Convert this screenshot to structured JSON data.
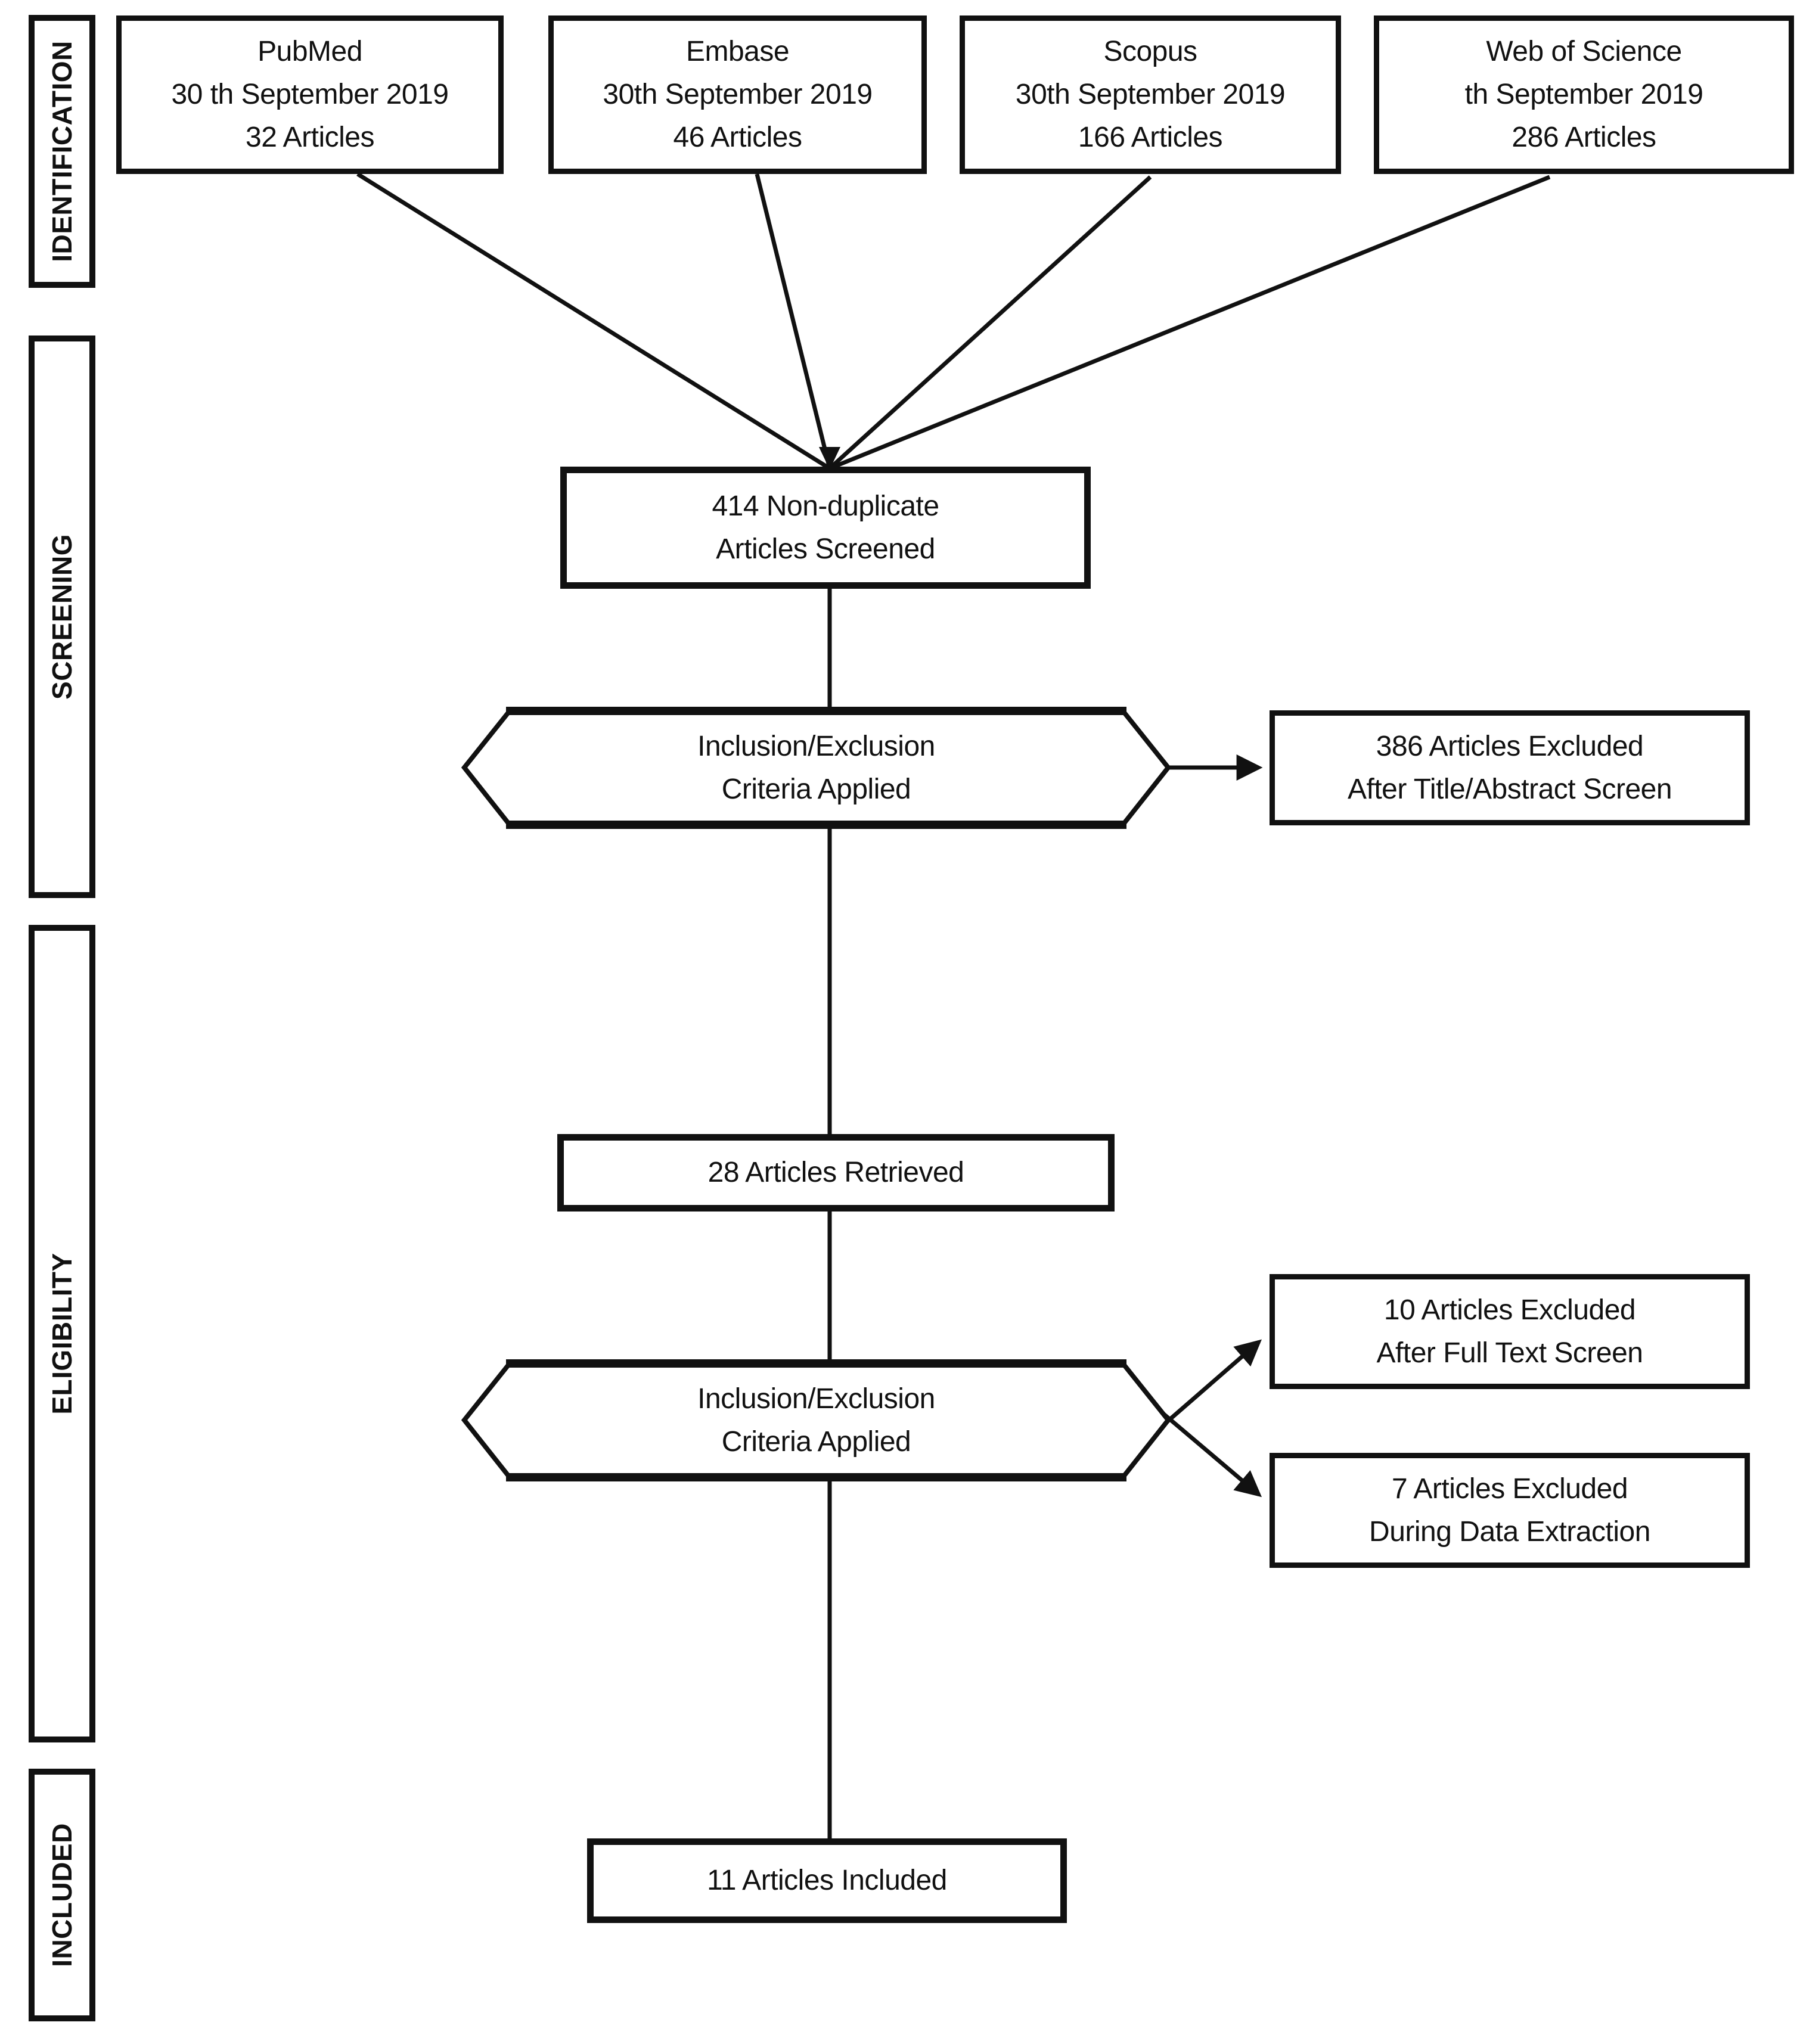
{
  "colors": {
    "background": "#ffffff",
    "line": "#111111",
    "text": "#111111"
  },
  "sidebar": {
    "stages": [
      {
        "label": "IDENTIFICATION"
      },
      {
        "label": "SCREENING"
      },
      {
        "label": "ELIGIBILITY"
      },
      {
        "label": "INCLUDED"
      }
    ]
  },
  "sources": [
    {
      "name": "PubMed",
      "date": "30 th September 2019",
      "count": "32 Articles"
    },
    {
      "name": "Embase",
      "date": "30th September 2019",
      "count": "46 Articles"
    },
    {
      "name": "Scopus",
      "date": "30th September 2019",
      "count": "166 Articles"
    },
    {
      "name": "Web of Science",
      "date": "th September 2019",
      "count": "286 Articles"
    }
  ],
  "flow": {
    "screened": {
      "line1": "414 Non-duplicate",
      "line2": "Articles Screened"
    },
    "criteria1": {
      "line1": "Inclusion/Exclusion",
      "line2": "Criteria Applied"
    },
    "excluded_title_abstract": {
      "line1": "386 Articles Excluded",
      "line2": "After Title/Abstract Screen"
    },
    "retrieved": {
      "line1": "28 Articles Retrieved"
    },
    "criteria2": {
      "line1": "Inclusion/Exclusion",
      "line2": "Criteria Applied"
    },
    "excluded_full_text": {
      "line1": "10 Articles Excluded",
      "line2": "After Full Text Screen"
    },
    "excluded_data_extraction": {
      "line1": "7 Articles Excluded",
      "line2": "During Data Extraction"
    },
    "included": {
      "line1": "11 Articles Included"
    }
  }
}
